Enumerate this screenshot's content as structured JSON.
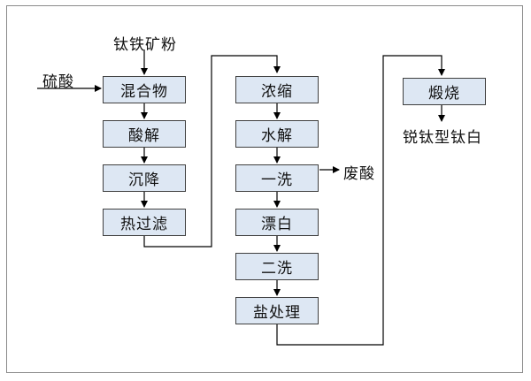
{
  "inputs": {
    "raw_material": "钛铁矿粉",
    "acid": "硫酸"
  },
  "steps_col1": [
    "混合物",
    "酸解",
    "沉降",
    "热过滤"
  ],
  "steps_col2": [
    "浓缩",
    "水解",
    "一洗",
    "漂白",
    "二洗",
    "盐处理"
  ],
  "steps_col3": [
    "煅烧"
  ],
  "outputs": {
    "waste": "废酸",
    "product": "锐钛型钛白"
  },
  "colors": {
    "box_fill": "#dde7f3",
    "box_border": "#3f3f3f",
    "line": "#000000",
    "frame": "#8a8a8a"
  }
}
